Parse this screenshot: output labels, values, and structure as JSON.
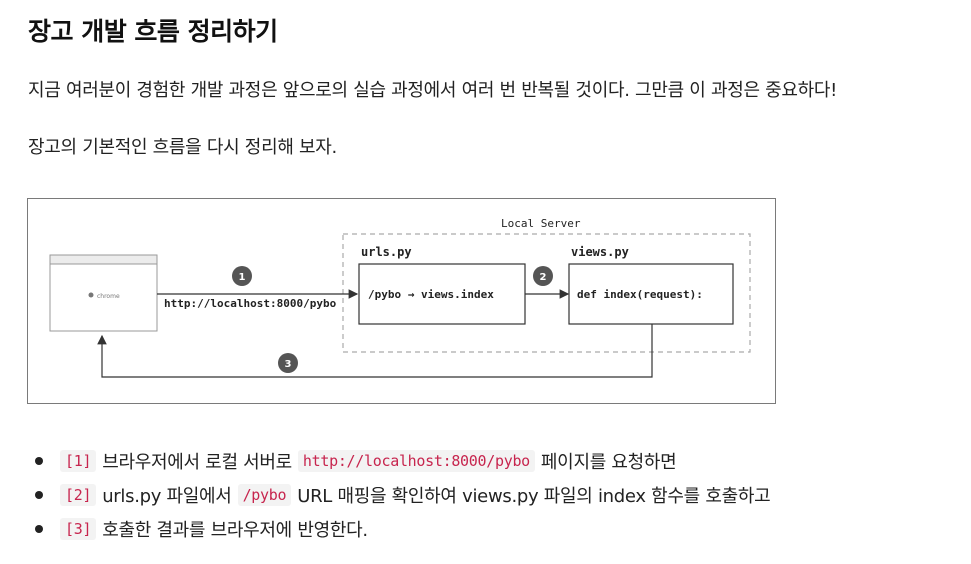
{
  "page": {
    "title": "장고 개발 흐름 정리하기",
    "para1": "지금 여러분이 경험한 개발 과정은 앞으로의 실습 과정에서 여러 번 반복될 것이다. 그만큼 이 과정은 중요하다!",
    "para2": "장고의 기본적인 흐름을 다시 정리해 보자."
  },
  "diagram": {
    "local_server_label": "Local Server",
    "browser_label": "chrome",
    "url_text": "http://localhost:8000/pybo",
    "urls_title": "urls.py",
    "urls_content": "/pybo → views.index",
    "views_title": "views.py",
    "views_content": "def index(request):",
    "step1": "1",
    "step2": "2",
    "step3": "3"
  },
  "steps": [
    {
      "tag": "[1]",
      "before": "브라우저에서 로컬 서버로",
      "code": "http://localhost:8000/pybo",
      "after": "페이지를 요청하면"
    },
    {
      "tag": "[2]",
      "before": "urls.py 파일에서",
      "code": "/pybo",
      "after": "URL 매핑을 확인하여 views.py 파일의 index 함수를 호출하고"
    },
    {
      "tag": "[3]",
      "before": "호출한 결과를 브라우저에 반영한다."
    }
  ]
}
